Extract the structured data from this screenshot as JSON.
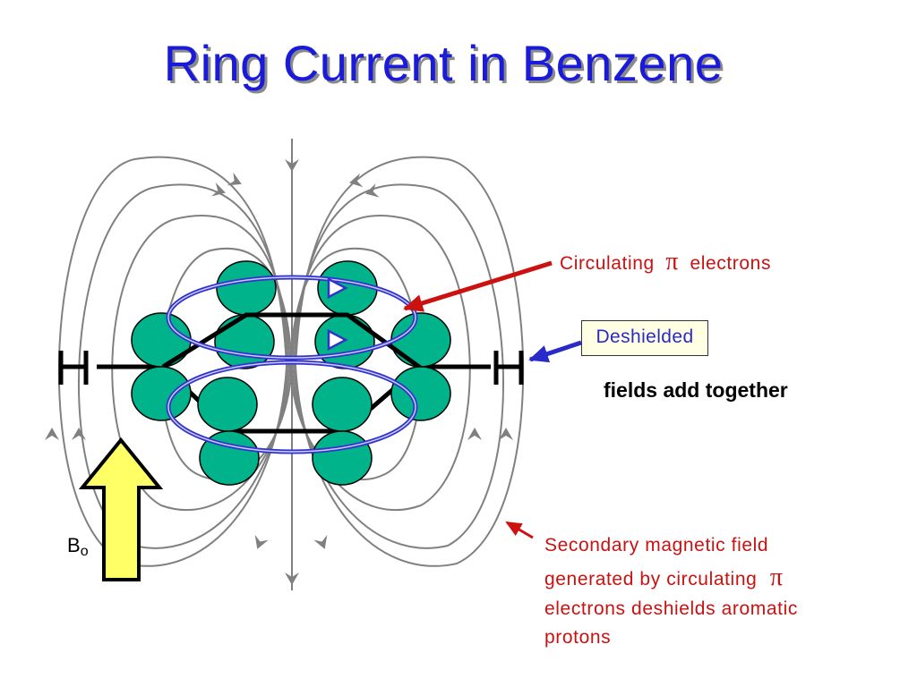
{
  "slide": {
    "title": "Ring Current in Benzene",
    "labels": {
      "circulating_prefix": "Circulating",
      "pi_symbol": "π",
      "circulating_suffix": "electrons",
      "deshielded": "Deshielded",
      "fields_add": "fields add together",
      "secondary_line1": "Secondary magnetic field",
      "secondary_line2": "generated by circulating",
      "secondary_line3": "electrons deshields aromatic",
      "secondary_line4": "protons",
      "b0_main": "B",
      "b0_sub": "o",
      "hydrogen_left": "H",
      "hydrogen_right": "H"
    },
    "colors": {
      "title": "#1a1adb",
      "orbital": "#00b38a",
      "field_line": "#808080",
      "ring_current": "#3333cc",
      "red_label": "#cc1111",
      "blue_arrow": "#2a2ac8",
      "b0_arrow": "#ffff66",
      "bond": "#000000"
    }
  }
}
